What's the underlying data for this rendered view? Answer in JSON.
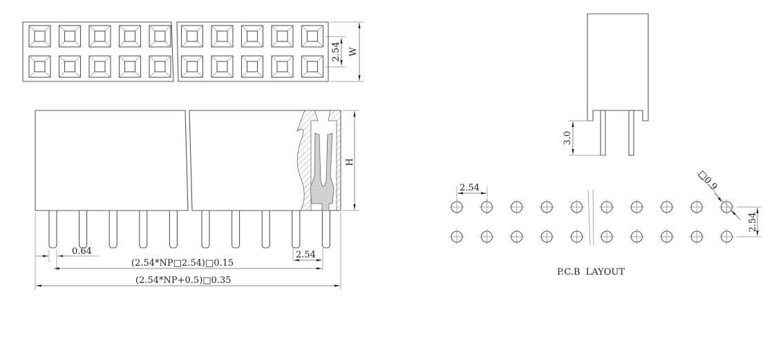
{
  "top_view": {
    "pitch_label": "2.54",
    "width_label": "W",
    "rows": 2,
    "cols_per_segment": 5
  },
  "front_view": {
    "height_label": "H",
    "pin_width_label": "0.64",
    "pitch_label": "2.54",
    "pin_span_label": "(2.54*NP□2.54)□0.15",
    "overall_length_label": "(2.54*NP+0.5)□0.35"
  },
  "side_view": {
    "pin_length_label": "3.0"
  },
  "pcb_layout": {
    "title": "P.C.B  LAYOUT",
    "pitch_x_label": "2.54",
    "pitch_y_label": "2.54",
    "hole_diameter_label": "□0.9",
    "holes_per_row": 10
  },
  "colors": {
    "line": "#555555",
    "hatch": "#777777",
    "background": "#ffffff"
  }
}
